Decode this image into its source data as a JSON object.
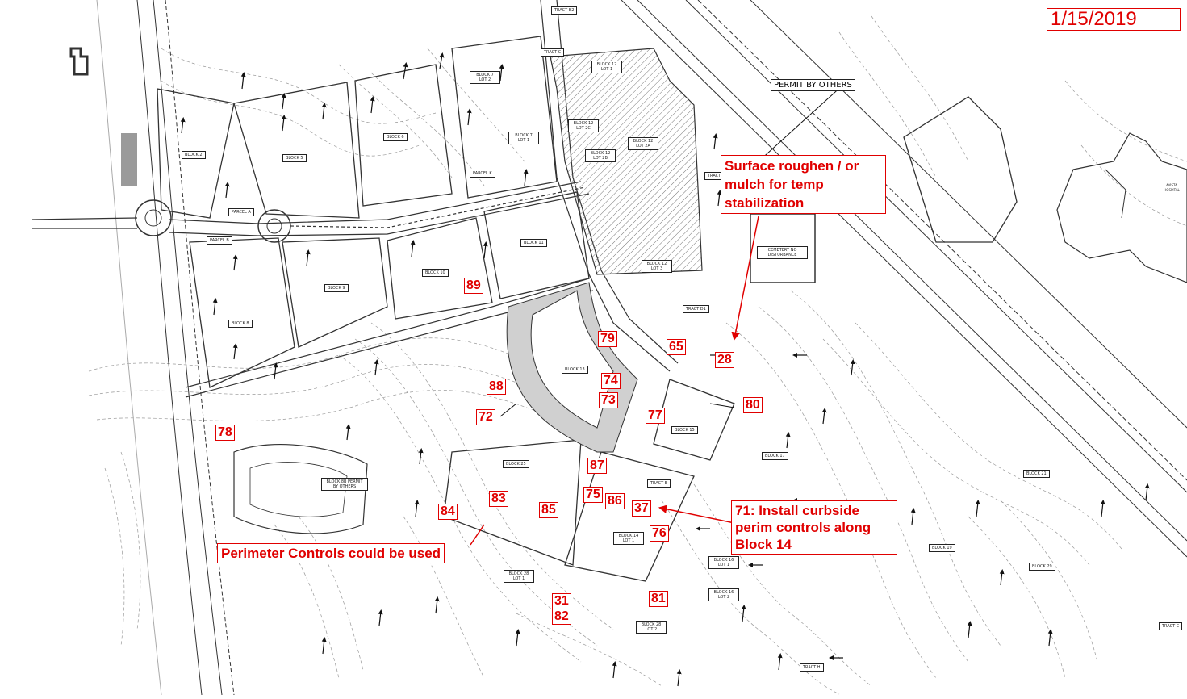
{
  "date_stamp": "1/15/2019",
  "permit_by_others": "PERMIT BY OTHERS",
  "hospital_label": "AVISTA HOSPITAL",
  "notes": {
    "surface": "Surface roughen / or mulch for temp stabilization",
    "curbside_line1": "71: Install curbside",
    "curbside_line2": "perim controls along",
    "curbside_line3": "Block 14",
    "perimeter": "Perimeter Controls could be used"
  },
  "labels": {
    "tract_b2": "TRACT B2",
    "tract_c": "TRACT C",
    "block12_lot1": "BLOCK 12 LOT 1",
    "block7_lot2": "BLOCK 7 LOT 2",
    "block12_lot2c": "BLOCK 12 LOT 2C",
    "block12_lot2a": "BLOCK 12 LOT 2A",
    "block12_lot2b": "BLOCK 12 LOT 2B",
    "block2": "BLOCK 2",
    "block5": "BLOCK 5",
    "block6": "BLOCK 6",
    "block7_lot1": "BLOCK 7 LOT 1",
    "parcel_k": "PARCEL K",
    "tract_partial": "TRACT",
    "parcel_a": "PARCEL A",
    "parcel_b": "PARCEL B",
    "block11": "BLOCK 11",
    "block10": "BLOCK 10",
    "block9": "BLOCK 9",
    "block8": "BLOCK 8",
    "block12_lot3": "BLOCK 12 LOT 3",
    "tract_d1": "TRACT D1",
    "cemetery": "CEMETERY NO DISTURBANCE",
    "block13": "BLOCK 13",
    "block15": "BLOCK 15",
    "block17": "BLOCK 17",
    "block25": "BLOCK 25",
    "block8b": "BLOCK 8B PERMIT BY OTHERS",
    "tract_e": "TRACT E",
    "block14_lot1": "BLOCK 14 LOT 1",
    "block16_lot1": "BLOCK 16 LOT 1",
    "block16_lot2": "BLOCK 16 LOT 2",
    "block28_lot1": "BLOCK 28 LOT 1",
    "block28_lot2": "BLOCK 28 LOT 2",
    "block21": "BLOCK 21",
    "block19": "BLOCK 19",
    "block29": "BLOCK 29",
    "tract_h": "TRACT H",
    "tract_c2": "TRACT C"
  },
  "numbers": {
    "n89": "89",
    "n79": "79",
    "n65": "65",
    "n28": "28",
    "n74": "74",
    "n73": "73",
    "n88": "88",
    "n72": "72",
    "n80": "80",
    "n77": "77",
    "n78": "78",
    "n87": "87",
    "n75": "75",
    "n86": "86",
    "n37": "37",
    "n83": "83",
    "n84": "84",
    "n85": "85",
    "n76": "76",
    "n81": "81",
    "n31": "31",
    "n82": "82"
  },
  "colors": {
    "markup_red": "#e00000",
    "line": "#333333",
    "hatch": "#888888"
  }
}
